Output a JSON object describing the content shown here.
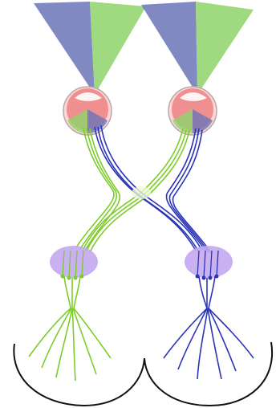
{
  "diagram": {
    "kind": "visual-pathway",
    "labels": [],
    "visual_field": {
      "left_color": "#6b74b8",
      "right_color": "#8fd46a"
    },
    "eyes": [
      {
        "side": "left"
      },
      {
        "side": "right"
      }
    ],
    "colors": {
      "green_path": "#7dcc2a",
      "blue_path": "#2a34b8",
      "eye_sclera": "#ffd0d0",
      "eye_iris": "#ef8f8f",
      "lgn_body": "#c4a8ef",
      "cortex_outline": "#111111"
    }
  }
}
